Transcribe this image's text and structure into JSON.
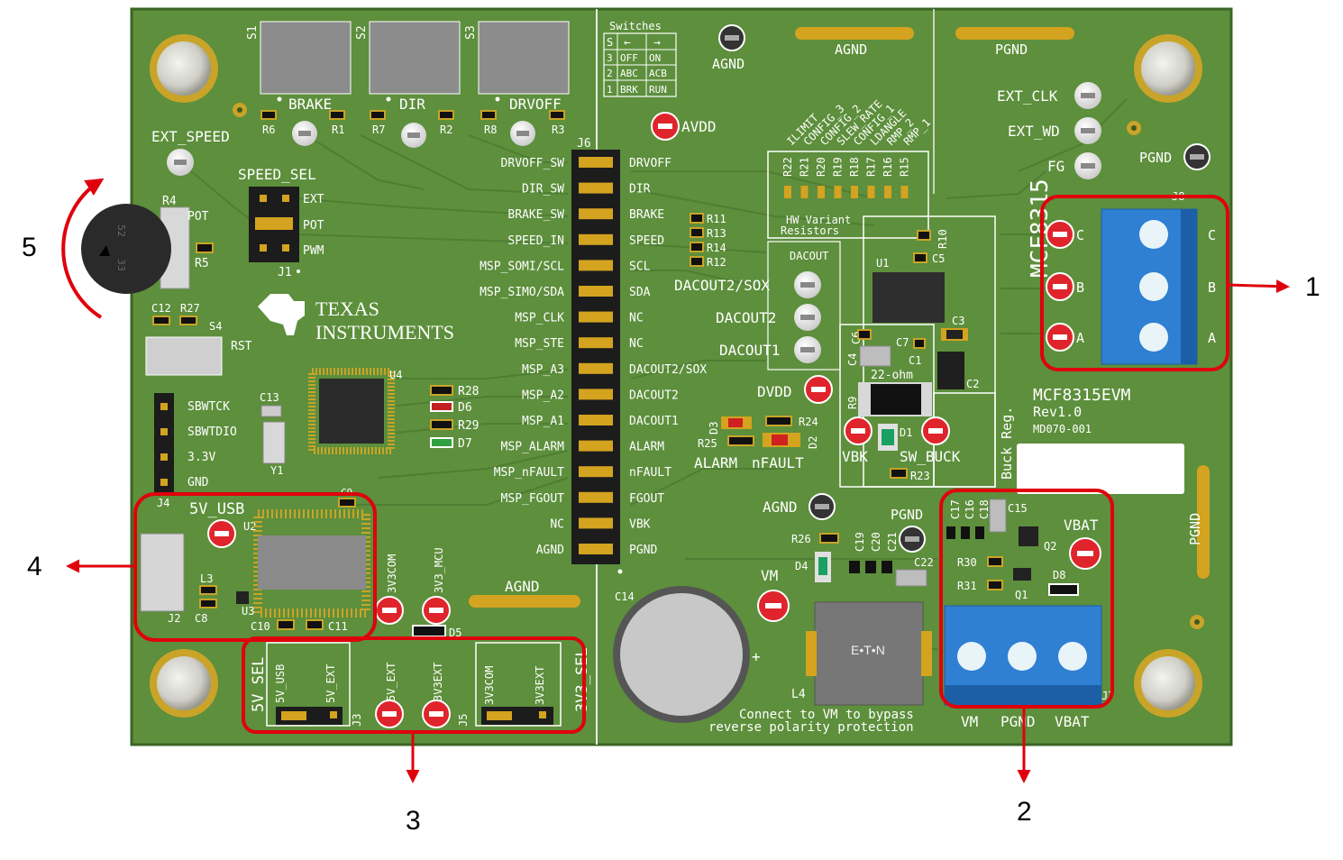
{
  "board": {
    "name": "MCF8315EVM",
    "rev": "Rev1.0",
    "part": "MD070-001",
    "chip": "MCF8315",
    "brand_line1": "TEXAS",
    "brand_line2": "INSTRUMENTS",
    "colors": {
      "pcb": "#5d8f3c",
      "edge": "#3f6b28",
      "terminal": "#2f7fd3",
      "callout": "#e0000c",
      "header": "#1c1c1c"
    }
  },
  "switches": {
    "s_labels": [
      "S1",
      "S2",
      "S3"
    ],
    "names": [
      "BRAKE",
      "DIR",
      "DRVOFF"
    ],
    "table_title": "Switches",
    "table": {
      "header": [
        "S",
        "←",
        "→"
      ],
      "rows": [
        [
          "3",
          "OFF",
          "ON"
        ],
        [
          "2",
          "ABC",
          "ACB"
        ],
        [
          "1",
          "BRK",
          "RUN"
        ]
      ]
    }
  },
  "refs_top": [
    "R6",
    "R1",
    "R7",
    "R2",
    "R8",
    "R3"
  ],
  "pot": {
    "ext_speed": "EXT_SPEED",
    "r4": "R4",
    "r5": "R5",
    "pot_label": "POT",
    "speed_sel": "SPEED_SEL",
    "sel": [
      "EXT",
      "POT",
      "PWM"
    ],
    "j1": "J1",
    "knob": [
      "52",
      "33"
    ]
  },
  "rst": {
    "c12": "C12",
    "r27": "R27",
    "s4": "S4",
    "label": "RST"
  },
  "j4": {
    "label": "J4",
    "pins": [
      "SBWTCK",
      "SBWTDIO",
      "3.3V",
      "GND"
    ]
  },
  "mcu": {
    "u4": "U4",
    "c13": "C13",
    "y1": "Y1",
    "leds": [
      [
        "R28",
        "D6"
      ],
      [
        "R29",
        "D7"
      ]
    ]
  },
  "usb": {
    "title": "5V_USB",
    "u2": "U2",
    "l3": "L3",
    "c8": "C8",
    "j2": "J2",
    "u3": "U3",
    "c10": "C10",
    "c11": "C11",
    "c9": "C9"
  },
  "power_sel": {
    "tp1": "3V3COM",
    "tp2": "3V3_MCU",
    "d5": "D5",
    "agnd": "AGND",
    "jumper5v": [
      "5V_USB",
      "5V_EXT"
    ],
    "label5v": "5V_SEL",
    "j3": "J3",
    "tps": [
      "5V_EXT",
      "3V3EXT"
    ],
    "j5": "J5",
    "jumper3v3": [
      "3V3COM",
      "3V3EXT"
    ],
    "label3v3": "3V3_SEL"
  },
  "j6": {
    "label": "J6",
    "left": [
      "DRVOFF_SW",
      "DIR_SW",
      "BRAKE_SW",
      "SPEED_IN",
      "MSP_SOMI/SCL",
      "MSP_SIMO/SDA",
      "MSP_CLK",
      "MSP_STE",
      "MSP_A3",
      "MSP_A2",
      "MSP_A1",
      "MSP_ALARM",
      "MSP_nFAULT",
      "MSP_FGOUT",
      "NC",
      "AGND"
    ],
    "right": [
      "DRVOFF",
      "DIR",
      "BRAKE",
      "SPEED",
      "SCL",
      "SDA",
      "NC",
      "NC",
      "DACOUT2/SOX",
      "DACOUT2",
      "DACOUT1",
      "ALARM",
      "nFAULT",
      "FGOUT",
      "VBK",
      "PGND"
    ]
  },
  "top_right": {
    "agnd1": "AGND",
    "agnd2": "AGND",
    "pgnd1": "PGND",
    "avdd": "AVDD",
    "ext_clk": "EXT_CLK",
    "ext_wd": "EXT_WD",
    "fg": "FG",
    "pgnd2": "PGND"
  },
  "variant": {
    "names": [
      "ILIMIT",
      "CONFIG_3",
      "CONFIG_2",
      "SLEW_RATE",
      "CONFIG_1",
      "LDANGLE",
      "RMP_2",
      "RMP_1"
    ],
    "refs": [
      "R22",
      "R21",
      "R20",
      "R19",
      "R18",
      "R17",
      "R16",
      "R15"
    ],
    "title1": "HW Variant",
    "title2": "Resistors"
  },
  "mid": {
    "refs": [
      "R11",
      "R13",
      "R14",
      "R12"
    ],
    "dacout": "DACOUT",
    "tps": [
      "DACOUT2/SOX",
      "DACOUT2",
      "DACOUT1"
    ],
    "dvdd": "DVDD",
    "alarm_refs": [
      "D3",
      "R25",
      "R24",
      "D2"
    ],
    "alarm": "ALARM",
    "nfault": "nFAULT",
    "agnd": "AGND"
  },
  "driver": {
    "u1": "U1",
    "r10": "R10",
    "c5": "C5",
    "c3": "C3",
    "c6": "C6",
    "c7": "C7",
    "c4": "C4",
    "c1": "C1",
    "c2": "C2",
    "ohm": "22-ohm",
    "r9": "R9",
    "d1": "D1",
    "r23": "R23",
    "vbk": "VBK",
    "sw_buck": "SW_BUCK",
    "buck": "Buck Reg."
  },
  "phase": {
    "labels": [
      "C",
      "B",
      "A"
    ],
    "j": "J8"
  },
  "power": {
    "pgnd": "PGND",
    "r26": "R26",
    "caps": [
      "C19",
      "C20",
      "C21"
    ],
    "c22": "C22",
    "d4": "D4",
    "vm": "VM",
    "c14": "C14",
    "plus": "+",
    "l4": "L4",
    "eaton": "E•T•N",
    "note1": "Connect to VM to bypass",
    "note2": "reverse polarity protection",
    "rp_caps": [
      "C17",
      "C16",
      "C18"
    ],
    "c15": "C15",
    "vbat": "VBAT",
    "q2": "Q2",
    "r30": "R30",
    "d8": "D8",
    "r31": "R31",
    "q1": "Q1",
    "j7": "J7",
    "terminals": [
      "VM",
      "PGND",
      "VBAT"
    ],
    "pgnd_side": "PGND"
  },
  "callouts": [
    "1",
    "2",
    "3",
    "4",
    "5"
  ]
}
